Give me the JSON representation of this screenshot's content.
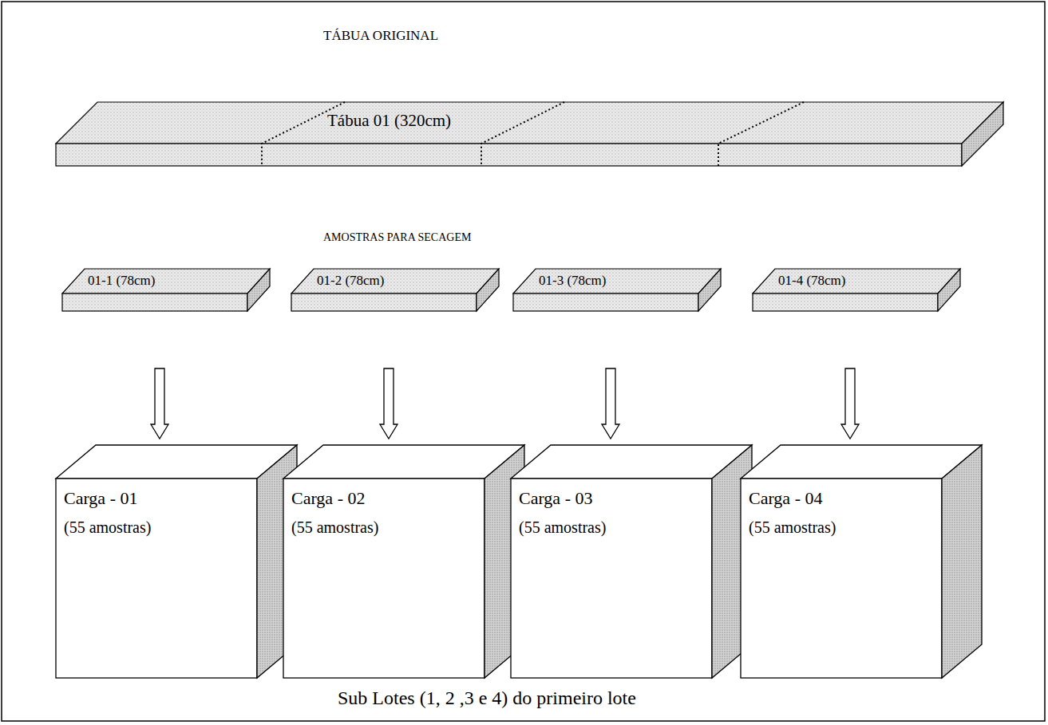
{
  "diagram": {
    "caption": "Sub Lotes (1, 2 ,3 e 4) do primeiro lote",
    "nodes": [
      {
        "text": [
          "Tábua 01 (320cm)"
        ]
      },
      {
        "text": [
          "01-1 (78cm)"
        ]
      },
      {
        "text": [
          "01-2 (78cm)"
        ]
      },
      {
        "text": [
          "01-3 (78cm)"
        ]
      },
      {
        "text": [
          "01-4 (78cm)"
        ]
      },
      {
        "text": [
          "Carga - 01",
          "(55 amostras)"
        ]
      },
      {
        "text": [
          "Carga - 02",
          "(55 amostras)"
        ]
      },
      {
        "text": [
          "Carga - 03",
          "(55 amostras)"
        ]
      },
      {
        "text": [
          "Carga - 04",
          "(55 amostras)"
        ]
      }
    ],
    "edges": [
      {
        "from": 1,
        "to": 5,
        "arrow": "to"
      },
      {
        "from": 2,
        "to": 6,
        "arrow": "to"
      },
      {
        "from": 3,
        "to": 7,
        "arrow": "to"
      },
      {
        "from": 4,
        "to": 8,
        "arrow": "to"
      }
    ],
    "labels": [
      "TÁBUA ORIGINAL",
      "AMOSTRAS PARA SECAGEM"
    ]
  }
}
